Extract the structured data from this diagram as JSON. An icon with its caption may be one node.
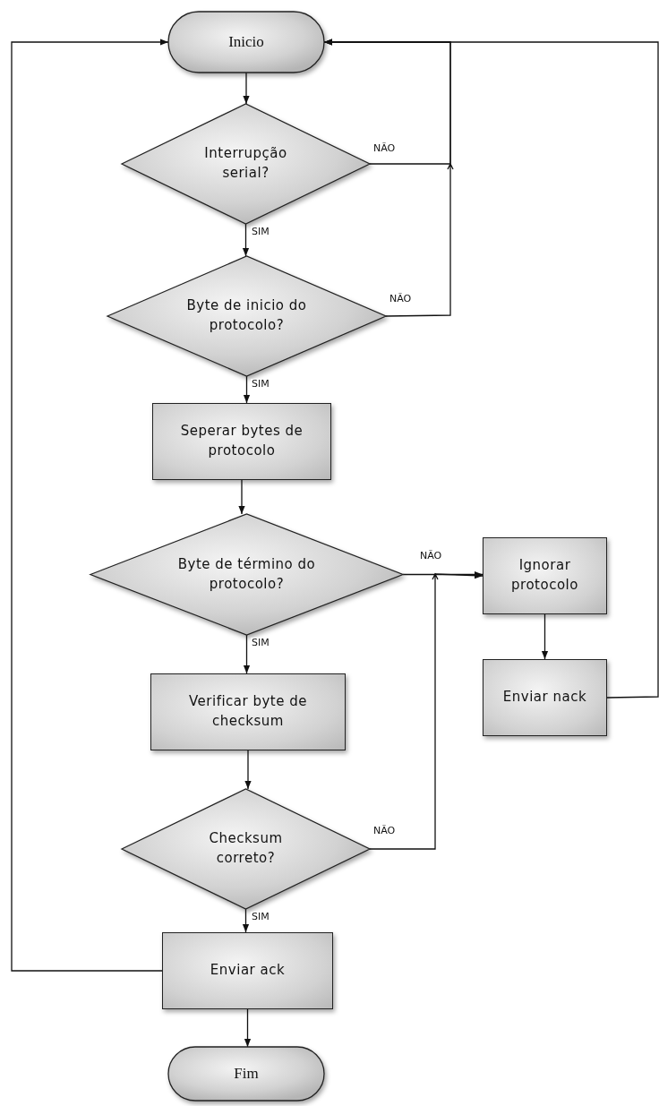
{
  "diagram": {
    "nodes": [
      {
        "text": [
          "Inicio"
        ]
      },
      {
        "text": [
          "Interrupção serial?"
        ]
      },
      {
        "text": [
          "Byte de inicio do protocolo?"
        ]
      },
      {
        "text": [
          "Seperar bytes de protocolo"
        ]
      },
      {
        "text": [
          "Byte de término do protocolo?"
        ]
      },
      {
        "text": [
          "Verificar byte de checksum"
        ]
      },
      {
        "text": [
          "Checksum correto?"
        ]
      },
      {
        "text": [
          "Enviar ack"
        ]
      },
      {
        "text": [
          "Fim"
        ]
      },
      {
        "text": [
          "Ignorar protocolo"
        ]
      },
      {
        "text": [
          "Enviar nack"
        ]
      }
    ],
    "edges": [
      {
        "from": 0,
        "to": 1,
        "arrow": "to"
      },
      {
        "from": 1,
        "to": 2,
        "arrow": "to",
        "label": "SIM"
      },
      {
        "from": 1,
        "to": 0,
        "arrow": "to",
        "label": "NÃO"
      },
      {
        "from": 2,
        "to": 0,
        "arrow": "to",
        "label": "NÃO"
      },
      {
        "from": 2,
        "to": 3,
        "arrow": "to",
        "label": "SIM"
      },
      {
        "from": 3,
        "to": 4,
        "arrow": "to"
      },
      {
        "from": 4,
        "to": 9,
        "arrow": "to",
        "label": "NÃO"
      },
      {
        "from": 4,
        "to": 5,
        "arrow": "to",
        "label": "SIM"
      },
      {
        "from": 5,
        "to": 6,
        "arrow": "to"
      },
      {
        "from": 6,
        "to": 9,
        "arrow": "to",
        "label": "NÃO"
      },
      {
        "from": 6,
        "to": 7,
        "arrow": "to",
        "label": "SIM"
      },
      {
        "from": 7,
        "to": 8,
        "arrow": "to"
      },
      {
        "from": 7,
        "to": 0,
        "arrow": "to"
      },
      {
        "from": 9,
        "to": 10,
        "arrow": "to"
      },
      {
        "from": 10,
        "to": 0,
        "arrow": "to"
      }
    ]
  }
}
